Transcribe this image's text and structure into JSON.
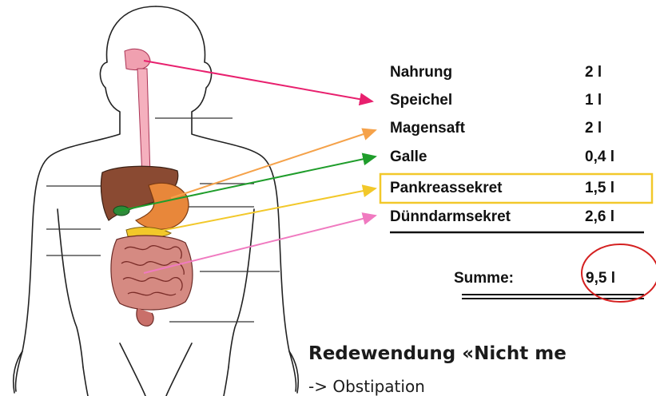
{
  "secretions": [
    {
      "name": "Nahrung",
      "volume": "2 l"
    },
    {
      "name": "Speichel",
      "volume": "1 l"
    },
    {
      "name": "Magensaft",
      "volume": "2 l"
    },
    {
      "name": "Galle",
      "volume": "0,4 l"
    },
    {
      "name": "Pankreassekret",
      "volume": "1,5 l"
    },
    {
      "name": "Dünndarmsekret",
      "volume": "2,6 l"
    }
  ],
  "sum": {
    "label": "Summe:",
    "value": "9,5 l"
  },
  "caption": "Redewendung «Nicht me",
  "subcaption": "-> Obstipation",
  "colors": {
    "mouth_arrow": "#e8206e",
    "stomach_arrow": "#f5a24a",
    "bile_arrow": "#1f9d2b",
    "pancreas_arrow": "#f2c82a",
    "intestine_arrow": "#f07ac0",
    "highlight_box": "#f2c82a",
    "sum_circle": "#d42020",
    "liver": "#8a4a32",
    "stomach": "#e8873a",
    "intestine": "#c9706a"
  }
}
